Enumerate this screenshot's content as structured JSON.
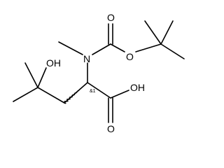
{
  "molecule": {
    "atoms": {
      "carbonyl_oxygen_top": "O",
      "ester_oxygen": "O",
      "nitrogen": "N",
      "hydroxyl": "OH",
      "acid_hydroxyl": "OH",
      "acid_oxygen": "O"
    },
    "stereo_label": "&1"
  }
}
